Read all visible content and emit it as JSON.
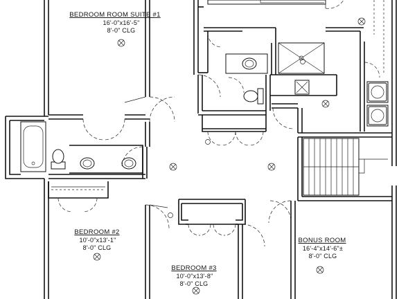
{
  "rooms": [
    {
      "name": "BEDROOM ROOM SUITE #1",
      "size": "16'-0\"x16'-5\"",
      "ceiling": "8'-0\" CLG"
    },
    {
      "name": "BEDROOM #2",
      "size": "10'-0\"x13'-1\"",
      "ceiling": "8'-0\" CLG"
    },
    {
      "name": "BEDROOM #3",
      "size": "10'-0\"x13'-8\"",
      "ceiling": "8'-0\" CLG"
    },
    {
      "name": "BONUS ROOM",
      "size": "16'-4\"x14'-6\"±",
      "ceiling": "8'-0\" CLG"
    }
  ]
}
